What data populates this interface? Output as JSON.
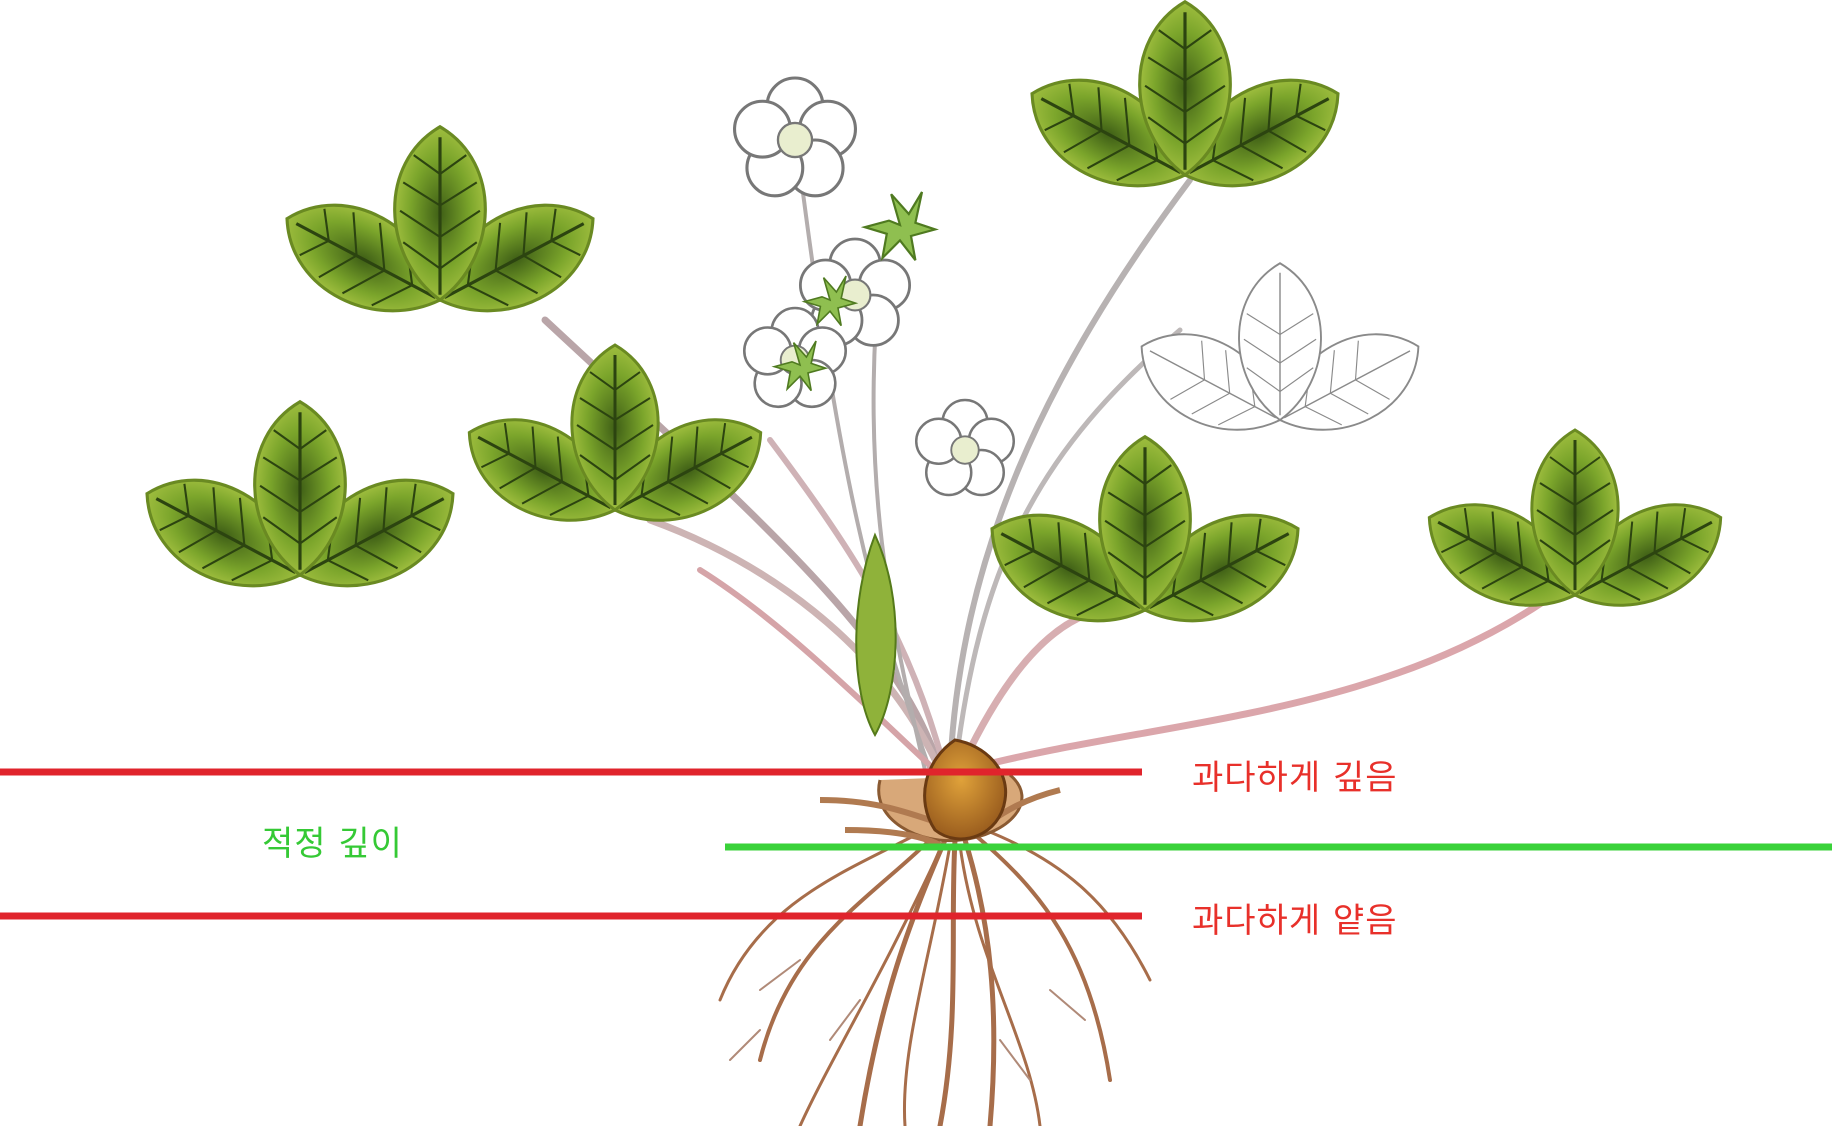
{
  "labels": {
    "too_deep": "과다하게 깊음",
    "proper_depth": "적정 깊이",
    "too_shallow": "과다하게 얕음"
  },
  "colors": {
    "too_deep_line": "#e0242c",
    "proper_line": "#3ad23a",
    "too_shallow_line": "#e0242c",
    "leaf_green": "#7fa82a",
    "leaf_dark": "#2f4a12",
    "root_brown": "#a26a45",
    "crown_orange": "#c98a2a"
  },
  "icons": [
    "strawberry-plant-illustration"
  ]
}
